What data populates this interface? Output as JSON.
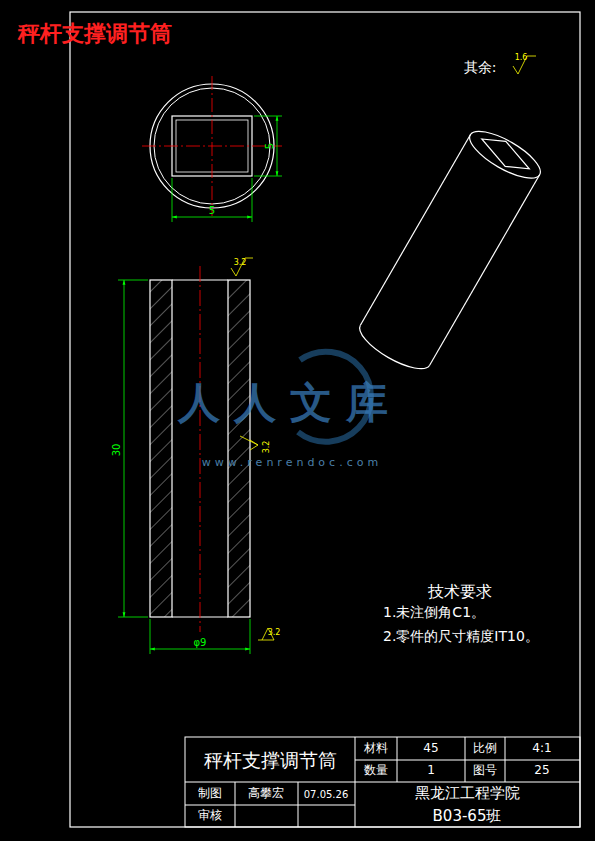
{
  "diagram": {
    "title": "秤杆支撑调节筒",
    "labels": [
      "其余:",
      "1.6",
      "5",
      "5",
      "3.2",
      "3.2",
      "3.2",
      "30",
      "φ9",
      "技术要求",
      "1.未注倒角C1。",
      "2.零件的尺寸精度IT10。",
      "秤杆支撑调节筒",
      "材料",
      "45",
      "比例",
      "4:1",
      "数量",
      "1",
      "图号",
      "25",
      "制图",
      "高攀宏",
      "07.05.26",
      "审核",
      "黑龙江工程学院",
      "B03-65班",
      "人人文库",
      "www.renrendoc.com"
    ]
  }
}
